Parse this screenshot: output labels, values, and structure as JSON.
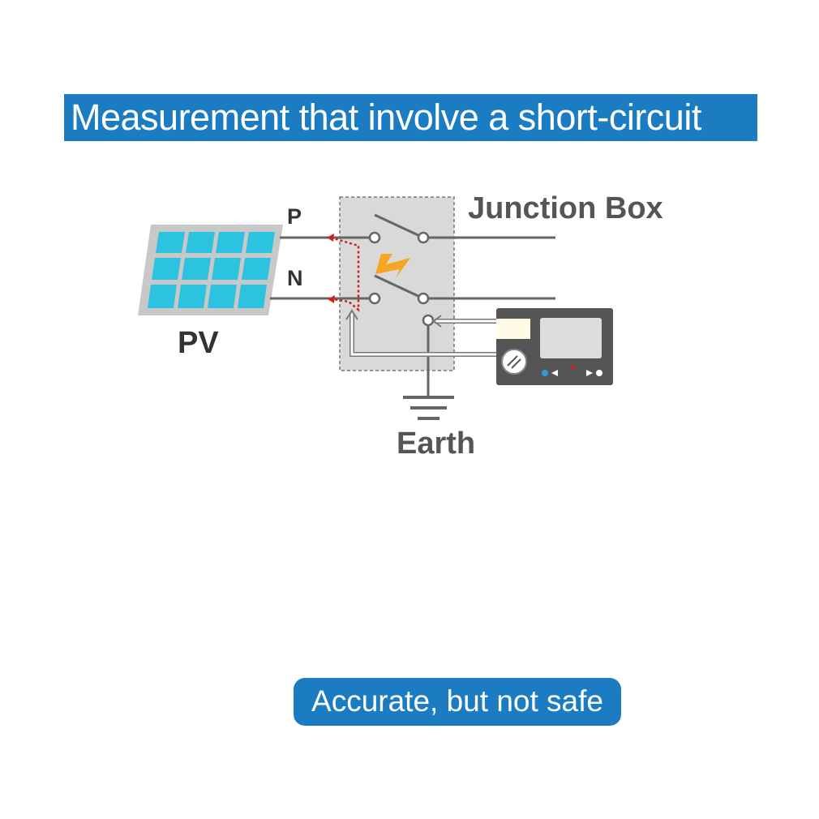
{
  "title": "Measurement that involve a short-circuit",
  "labels": {
    "p": "P",
    "n": "N",
    "pv": "PV",
    "junction_box": "Junction Box",
    "earth": "Earth"
  },
  "verdict": "Accurate, but not safe",
  "icons": [
    "solar-panel-icon",
    "switch-icon",
    "lightning-bolt-icon",
    "ground-symbol-icon",
    "insulation-tester-icon"
  ],
  "colors": {
    "banner": "#1b7cc1",
    "panel_cell": "#2cc3e0",
    "panel_frame": "#c8c8c8",
    "wire": "#666666",
    "fault_path": "#cc2222",
    "bolt": "#f5a623",
    "junction_box_fill": "#d9d9da",
    "meter_body": "#555555"
  }
}
